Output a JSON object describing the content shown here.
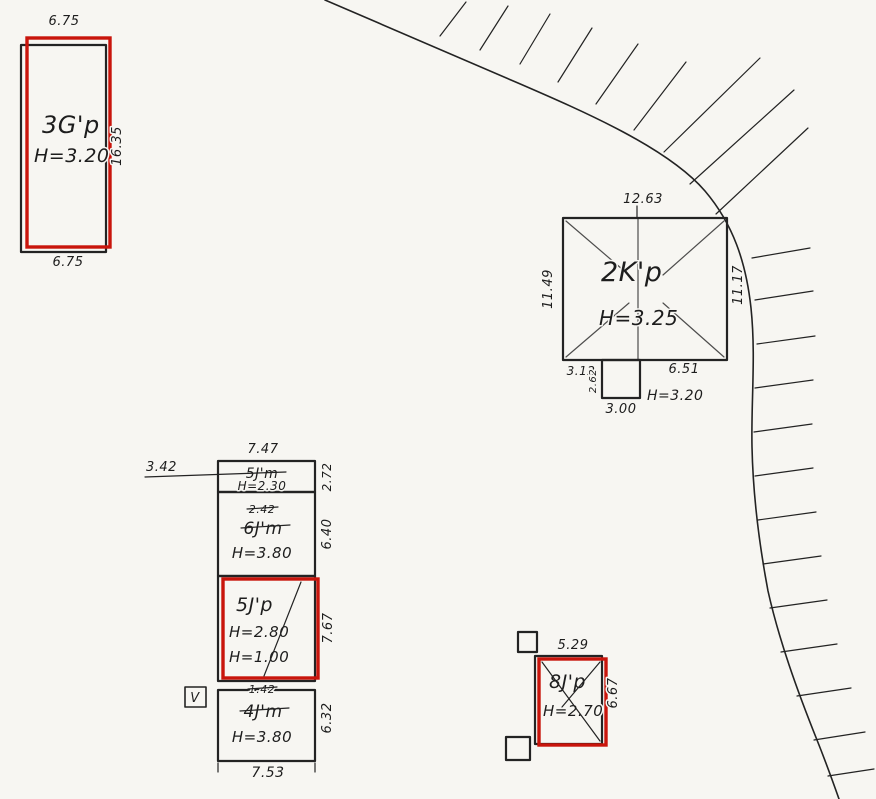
{
  "meta": {
    "paper_color": "#f7f6f2",
    "ink_color": "#232323",
    "highlight_color": "#c9150c",
    "drawing_type": "hand-drawn cadastral site plan"
  },
  "buildings": {
    "b3gp": {
      "label": "3G'p",
      "height": "H=3.20",
      "dim_top": "6.75",
      "dim_right": "16.35",
      "dim_bottom": "6.75"
    },
    "b2kp": {
      "label": "2K'p",
      "height": "H=3.25",
      "dim_top": "12.63",
      "dim_left": "11.49",
      "dim_right": "11.17",
      "dim_bottom_left": "3.12",
      "dim_bottom_right": "6.51",
      "annex": {
        "dim_left": "2.62",
        "dim_bottom": "3.00",
        "height": "H=3.20"
      }
    },
    "row_block": {
      "ref_note": "3.42",
      "dim_top": "7.47",
      "dim_bottom": "7.53",
      "v_marker": "V",
      "sections": {
        "s1": {
          "label": "5J'm",
          "height": "H=2.30",
          "dim_right": "2.72"
        },
        "s2": {
          "note": "2.42",
          "label": "6J'm",
          "height": "H=3.80",
          "dim_right": "6.40"
        },
        "s3": {
          "label": "5J'p",
          "height_a": "H=2.80",
          "height_b": "H=1.00",
          "dim_right": "7.67"
        },
        "s4": {
          "note": "1.42",
          "label": "4J'm",
          "height": "H=3.80",
          "dim_right": "6.32"
        }
      }
    },
    "b8jp": {
      "label": "8J'p",
      "height": "H=2.70",
      "dim_top": "5.29",
      "dim_right": "6.67"
    }
  }
}
